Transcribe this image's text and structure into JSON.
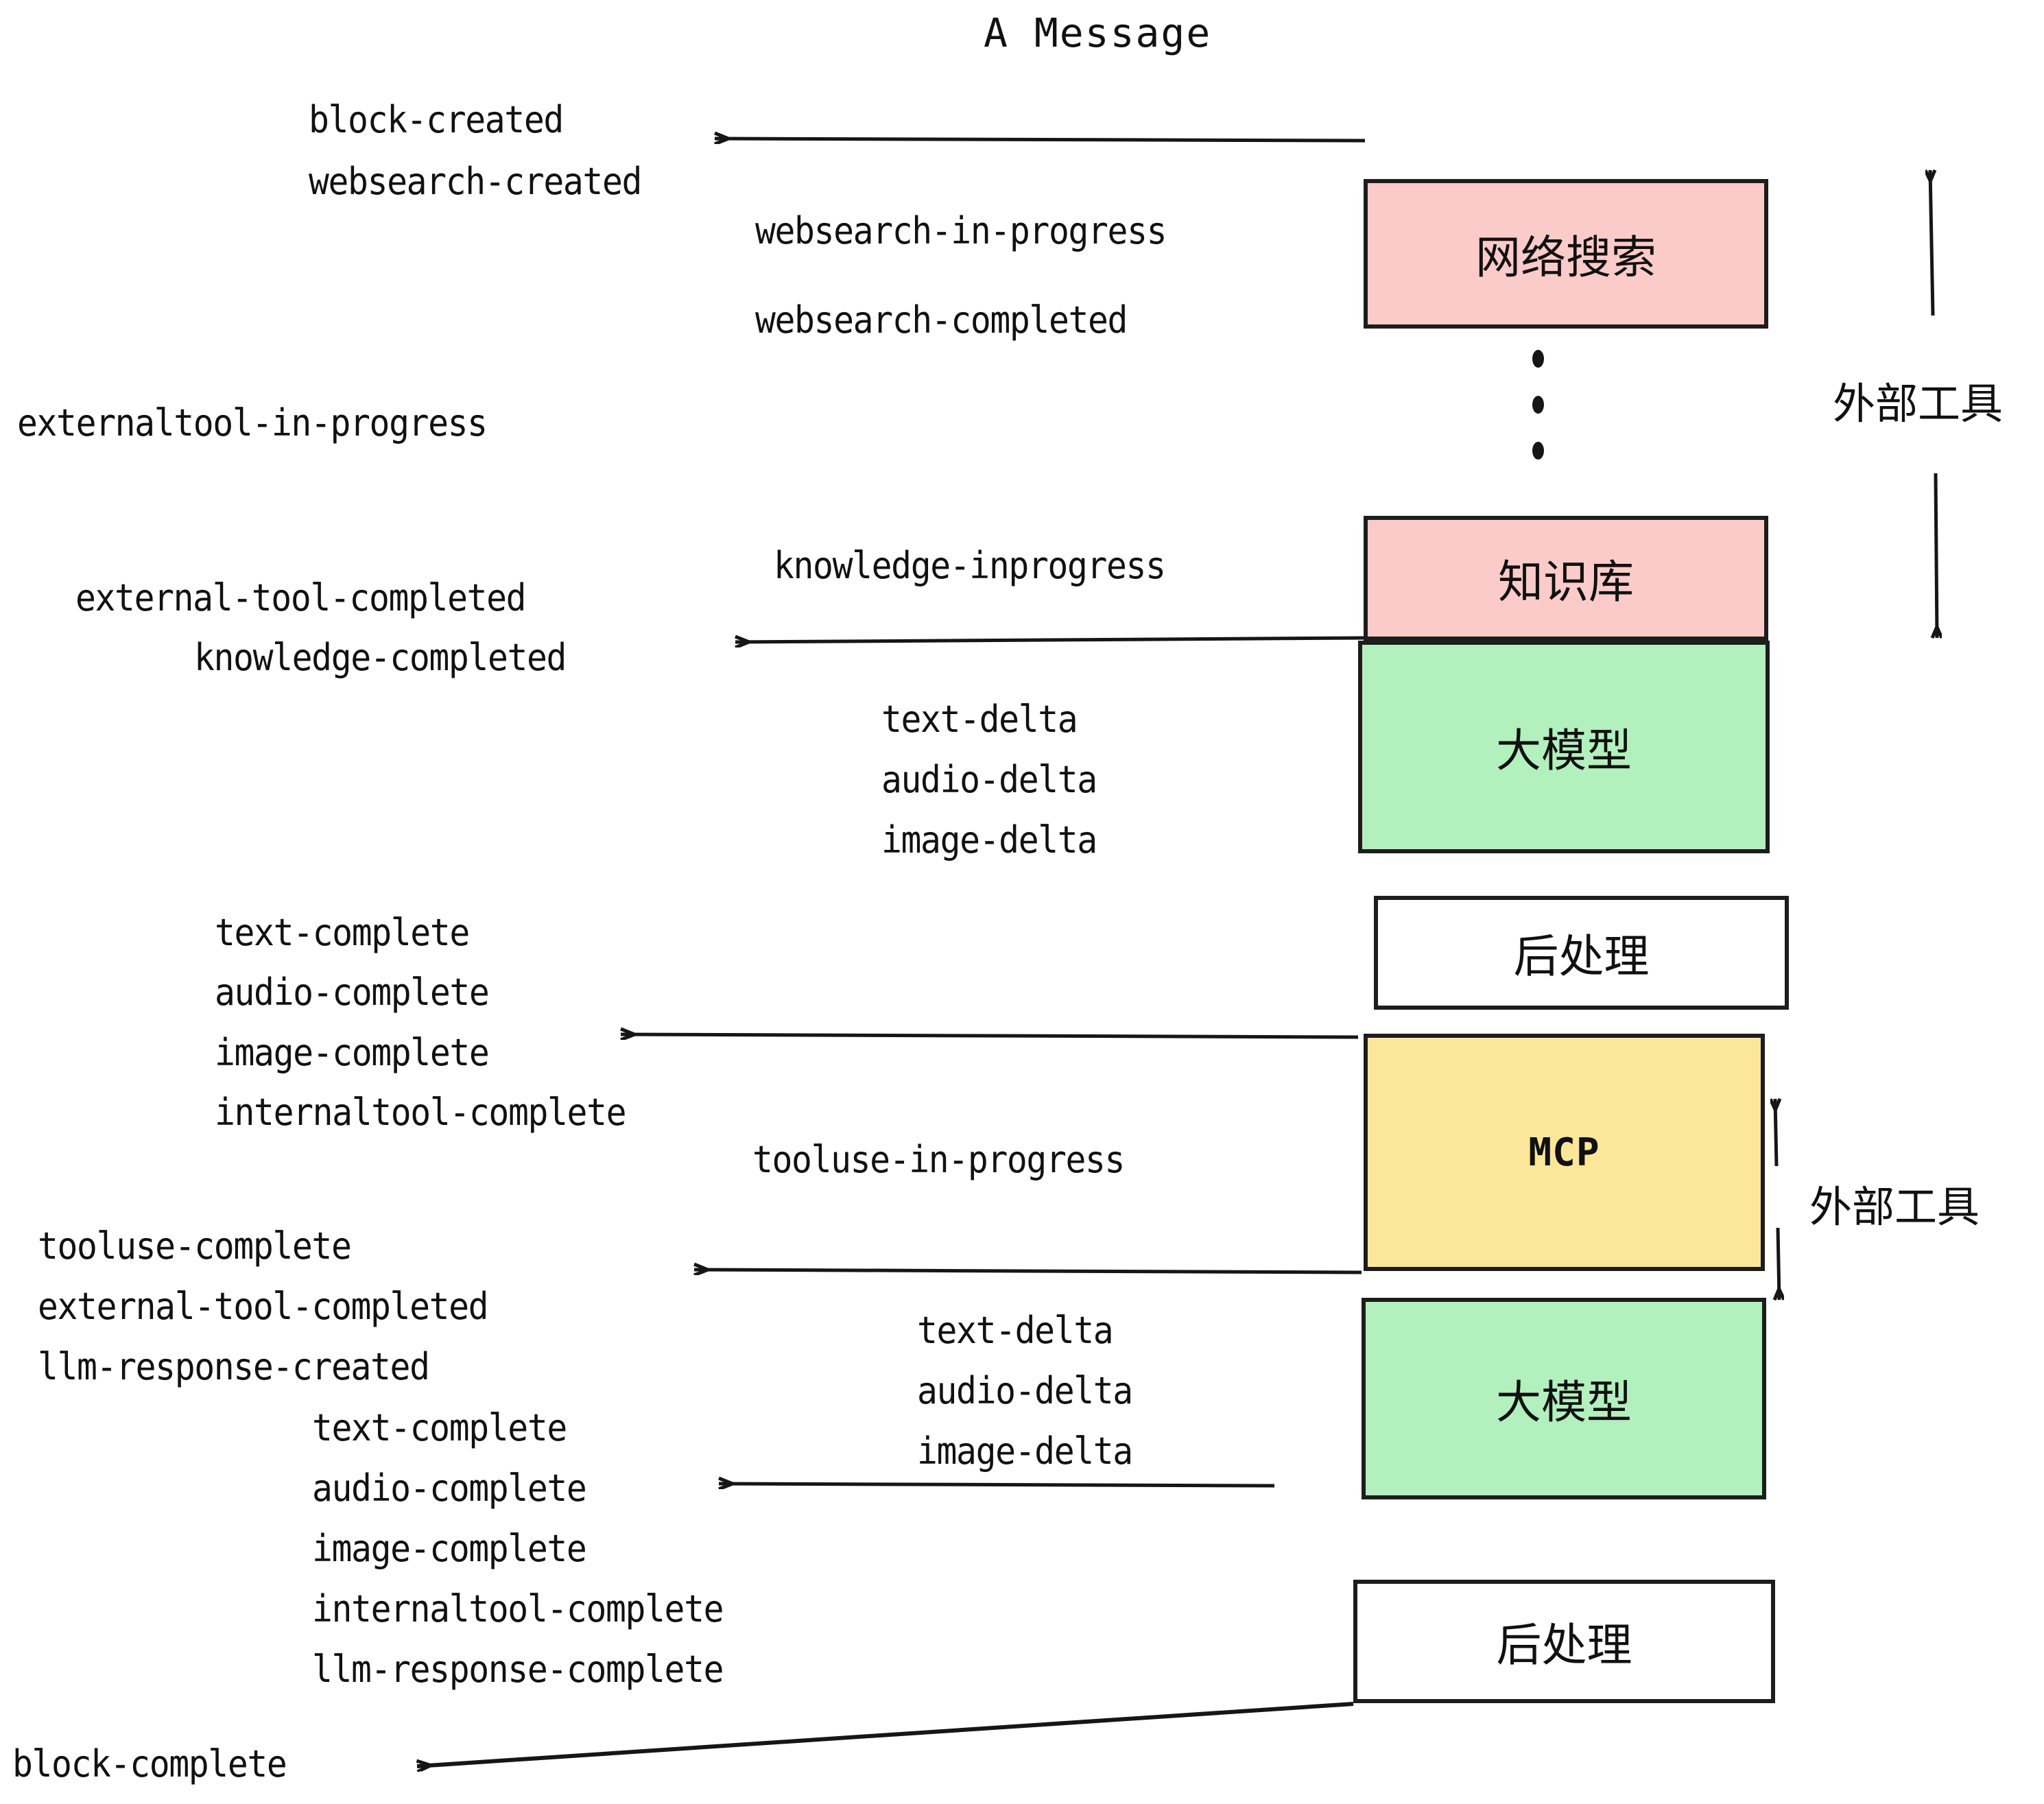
{
  "title": "A Message",
  "colors": {
    "pink": "#fbcbc9",
    "green": "#b2f0bd",
    "yellow": "#fbe69a",
    "white": "#ffffff",
    "stroke": "#1d1d1d",
    "text": "#111111"
  },
  "boxes": [
    {
      "id": "websearch",
      "label": "网络搜索",
      "fill": "#fbcbc9"
    },
    {
      "id": "knowledge",
      "label": "知识库",
      "fill": "#fbcbc9"
    },
    {
      "id": "llm-top",
      "label": "大模型",
      "fill": "#b2f0bd"
    },
    {
      "id": "post-top",
      "label": "后处理",
      "fill": "#ffffff"
    },
    {
      "id": "mcp",
      "label": "MCP",
      "fill": "#fbe69a"
    },
    {
      "id": "llm-bottom",
      "label": "大模型",
      "fill": "#b2f0bd"
    },
    {
      "id": "post-bottom",
      "label": "后处理",
      "fill": "#ffffff"
    }
  ],
  "side_annotations": [
    {
      "id": "external-tool-top",
      "label": "外部工具"
    },
    {
      "id": "external-tool-bottom",
      "label": "外部工具"
    }
  ],
  "events": [
    {
      "id": "block-created",
      "text": "block-created"
    },
    {
      "id": "websearch-created",
      "text": "websearch-created"
    },
    {
      "id": "websearch-in-progress",
      "text": "websearch-in-progress"
    },
    {
      "id": "websearch-completed",
      "text": "websearch-completed"
    },
    {
      "id": "externaltool-in-progress",
      "text": "externaltool-in-progress"
    },
    {
      "id": "knowledge-inprogress",
      "text": "knowledge-inprogress"
    },
    {
      "id": "external-tool-completed-1",
      "text": "external-tool-completed"
    },
    {
      "id": "knowledge-completed",
      "text": "knowledge-completed"
    },
    {
      "id": "text-delta-1",
      "text": "text-delta"
    },
    {
      "id": "audio-delta-1",
      "text": "audio-delta"
    },
    {
      "id": "image-delta-1",
      "text": "image-delta"
    },
    {
      "id": "text-complete-1",
      "text": "text-complete"
    },
    {
      "id": "audio-complete-1",
      "text": "audio-complete"
    },
    {
      "id": "image-complete-1",
      "text": "image-complete"
    },
    {
      "id": "internaltool-complete-1",
      "text": "internaltool-complete"
    },
    {
      "id": "tooluse-in-progress",
      "text": "tooluse-in-progress"
    },
    {
      "id": "tooluse-complete",
      "text": "tooluse-complete"
    },
    {
      "id": "external-tool-completed-2",
      "text": "external-tool-completed"
    },
    {
      "id": "llm-response-created",
      "text": "llm-response-created"
    },
    {
      "id": "text-delta-2",
      "text": "text-delta"
    },
    {
      "id": "audio-delta-2",
      "text": "audio-delta"
    },
    {
      "id": "image-delta-2",
      "text": "image-delta"
    },
    {
      "id": "text-complete-2",
      "text": "text-complete"
    },
    {
      "id": "audio-complete-2",
      "text": "audio-complete"
    },
    {
      "id": "image-complete-2",
      "text": "image-complete"
    },
    {
      "id": "internaltool-complete-2",
      "text": "internaltool-complete"
    },
    {
      "id": "llm-response-complete",
      "text": "llm-response-complete"
    },
    {
      "id": "block-complete",
      "text": "block-complete"
    }
  ]
}
